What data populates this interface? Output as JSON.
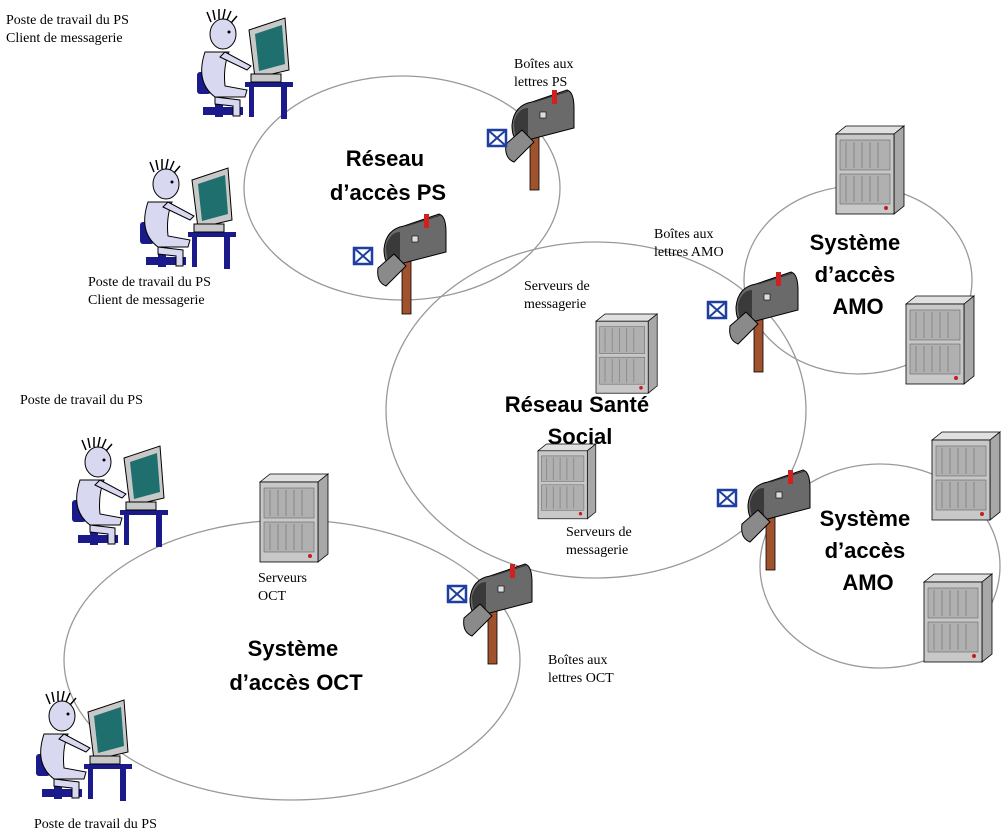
{
  "regions": {
    "ps_network": [
      "Réseau",
      "d’accès PS"
    ],
    "rss": [
      "Réseau Santé",
      "Social"
    ],
    "amo_top": [
      "Système",
      "d’accès",
      "AMO"
    ],
    "amo_bottom": [
      "Système",
      "d’accès",
      "AMO"
    ],
    "oct": [
      "Système",
      "d’accès OCT"
    ]
  },
  "labels": {
    "workstation_top": [
      "Poste de travail du PS",
      "Client de messagerie"
    ],
    "workstation_mid": [
      "Poste de travail du PS",
      "Client de messagerie"
    ],
    "workstation_left": [
      "Poste de travail du PS"
    ],
    "workstation_bottom": [
      "Poste de travail du PS"
    ],
    "mailboxes_ps": [
      "Boîtes aux",
      "lettres PS"
    ],
    "mailboxes_amo": [
      "Boîtes aux",
      "lettres AMO"
    ],
    "mailboxes_oct": [
      "Boîtes aux",
      "lettres OCT"
    ],
    "servers_top": [
      "Serveurs de",
      "messagerie"
    ],
    "servers_bottom": [
      "Serveurs de",
      "messagerie"
    ],
    "servers_oct": [
      "Serveurs",
      "OCT"
    ]
  },
  "colors": {
    "ellipse": "#999999",
    "screen": "#1f6f6f",
    "chair": "#1a1a8a",
    "person": "#d8d8f0",
    "server": "#c8c8c8",
    "mailbox": "#6a6a6a",
    "post": "#a0522d",
    "envelope": "#1f3fa0"
  },
  "icons": [
    "workstation-icon",
    "mailbox-icon",
    "envelope-icon",
    "server-icon"
  ]
}
